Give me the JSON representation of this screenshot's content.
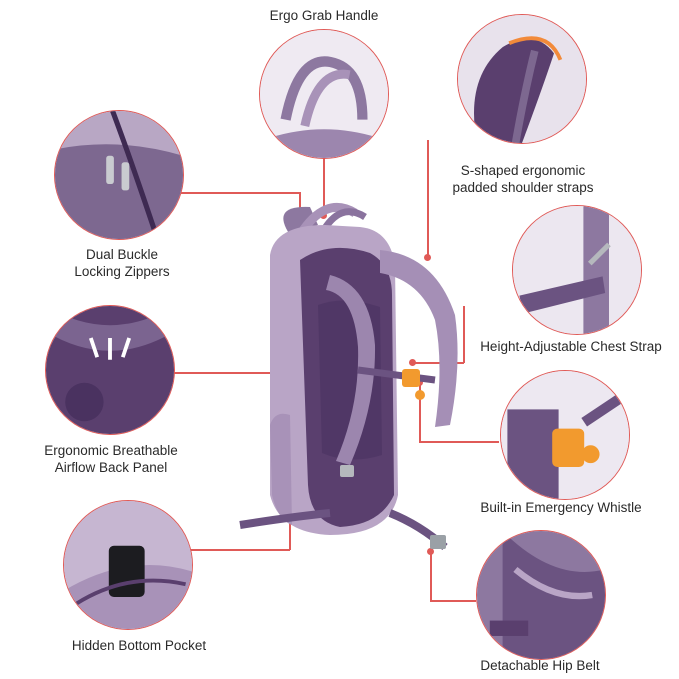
{
  "features": {
    "ergo_grab_handle": "Ergo Grab Handle",
    "shoulder_straps_line1": "S-shaped ergonomic",
    "shoulder_straps_line2": "padded shoulder straps",
    "zippers_line1": "Dual Buckle",
    "zippers_line2": "Locking Zippers",
    "chest_strap": "Height-Adjustable Chest Strap",
    "back_panel_line1": "Ergonomic Breathable",
    "back_panel_line2": "Airflow Back Panel",
    "whistle": "Built-in Emergency Whistle",
    "bottom_pocket": "Hidden Bottom Pocket",
    "hip_belt": "Detachable Hip Belt"
  },
  "colors": {
    "accent_line": "#e05a57",
    "bag_light": "#b9a5c6",
    "bag_dark": "#5a3f6e",
    "buckle": "#f29a2e"
  },
  "icons": [
    "backpack-illustration",
    "zipper-detail",
    "handle-detail",
    "strap-detail",
    "chest-strap-detail",
    "back-panel-detail",
    "whistle-detail",
    "pocket-detail",
    "hip-belt-detail"
  ]
}
